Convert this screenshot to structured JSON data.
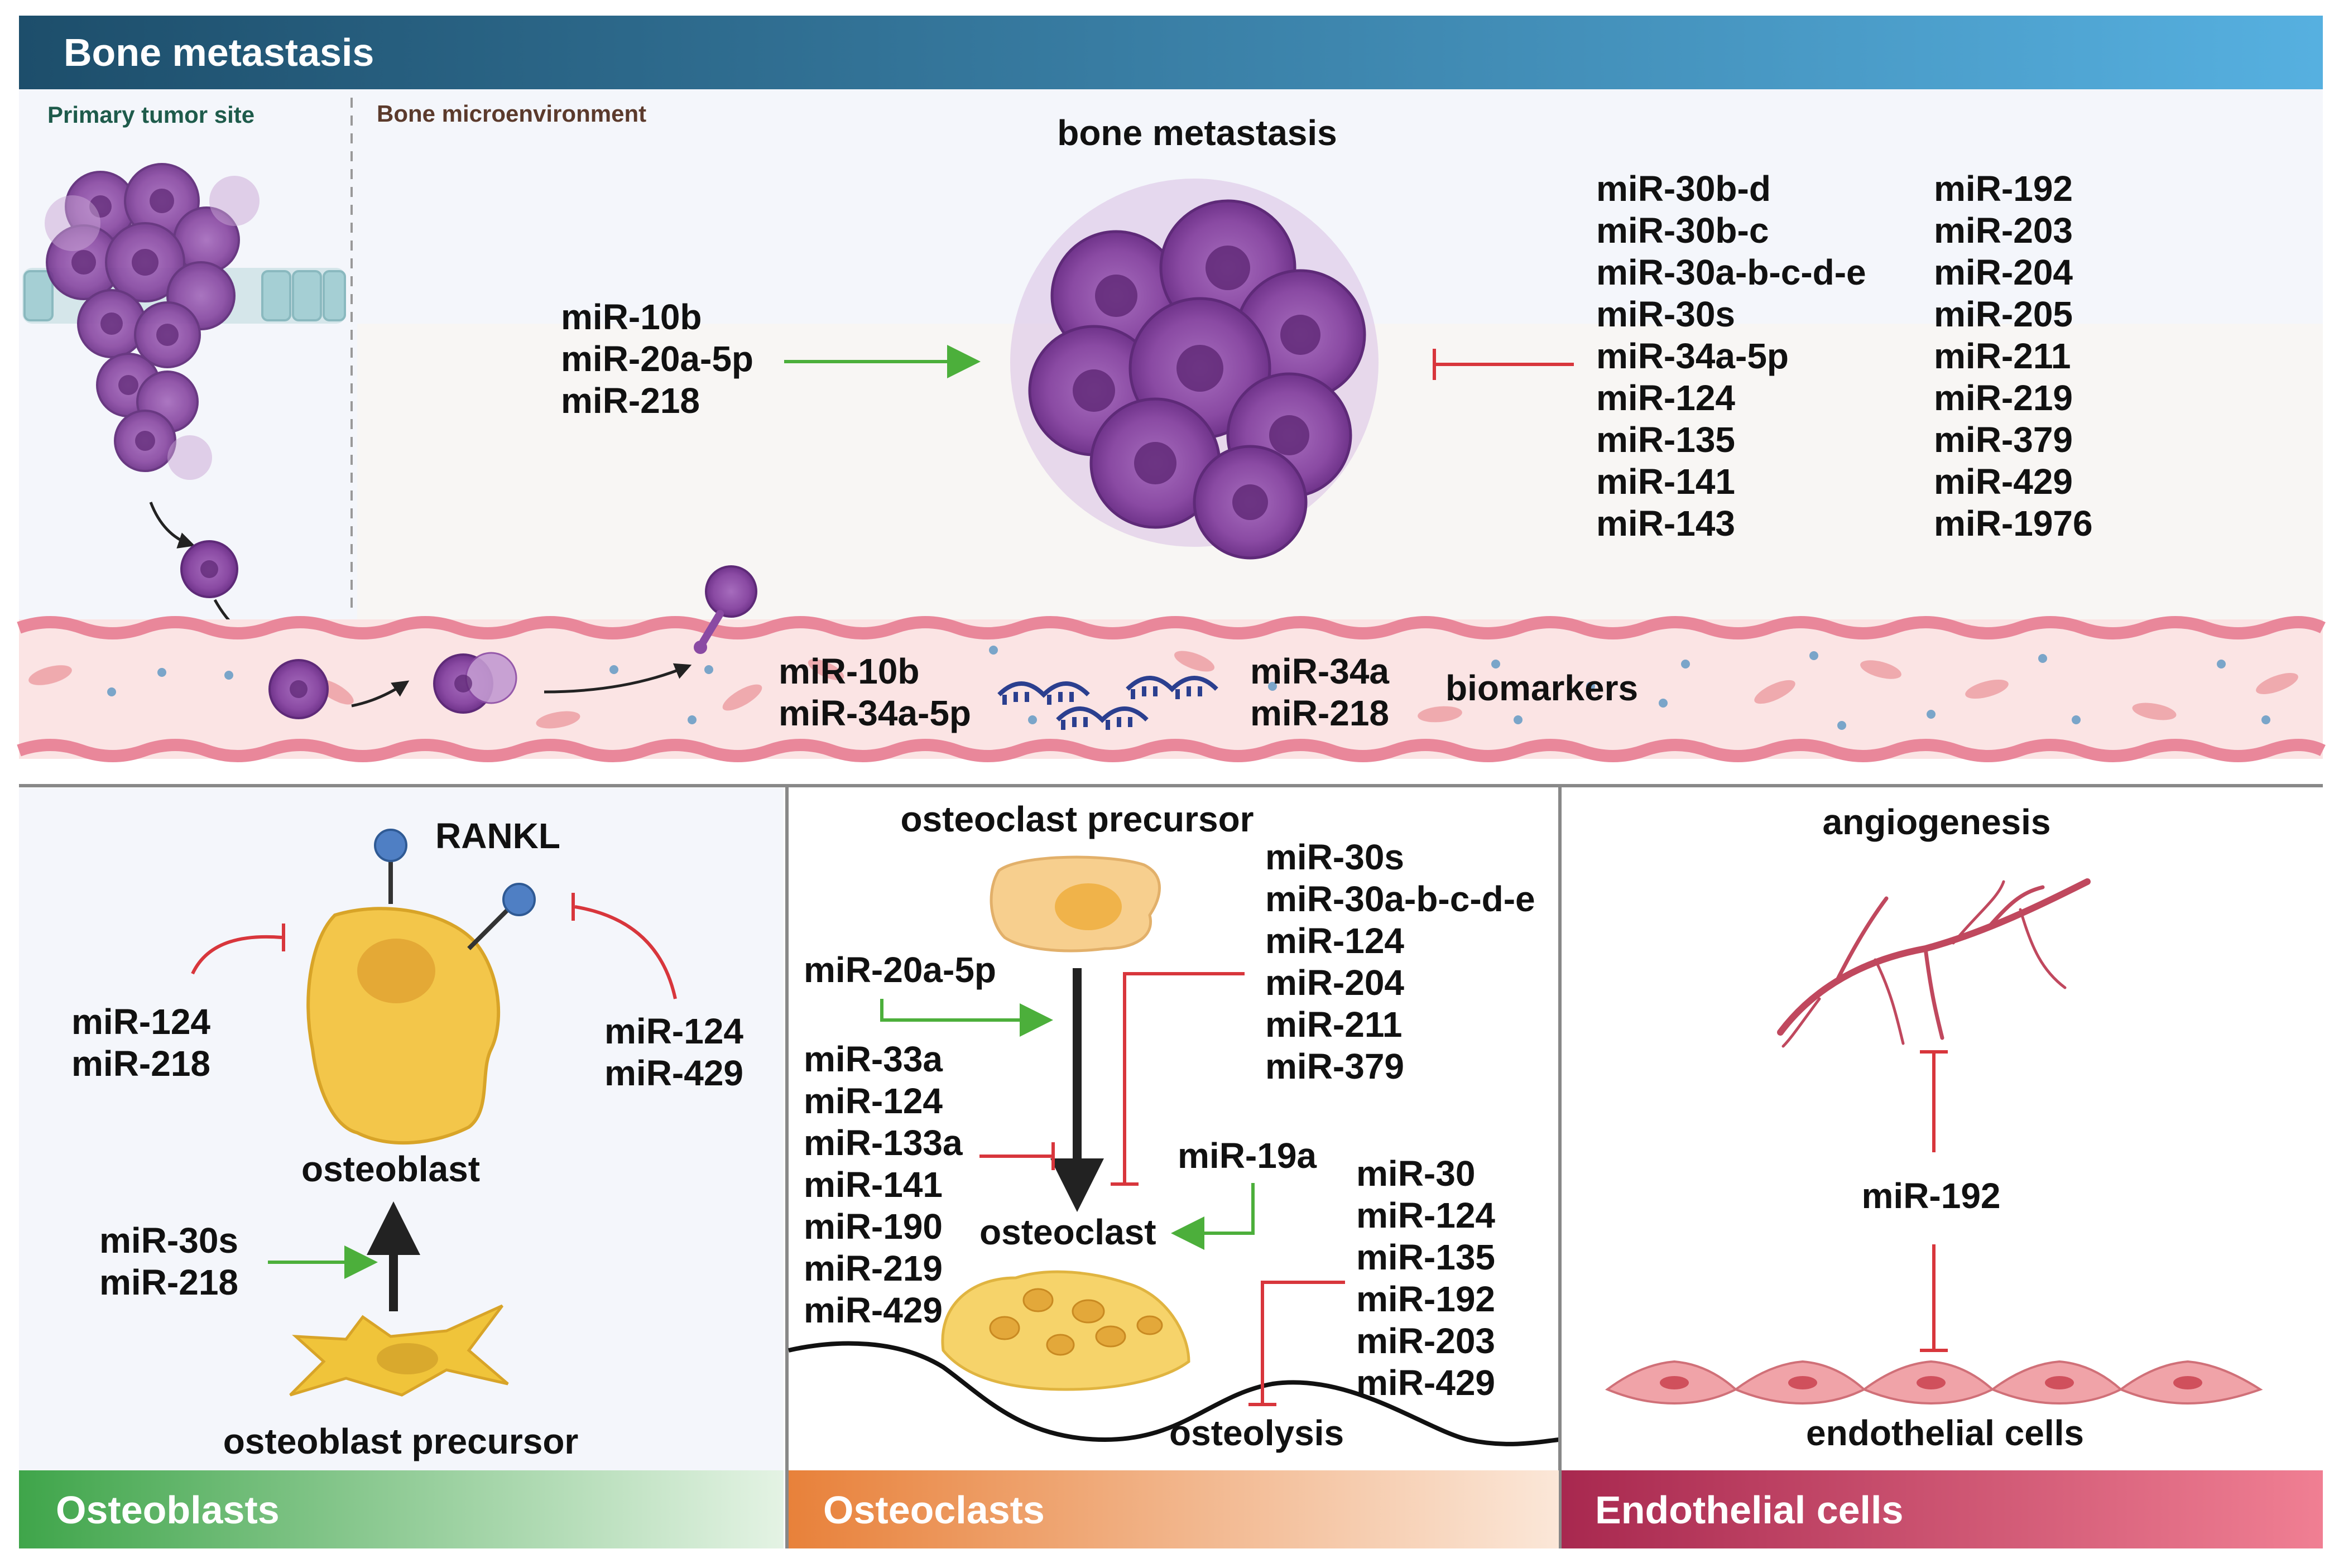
{
  "title": "Bone metastasis",
  "colors": {
    "header_start": "#1d4e6b",
    "header_end": "#56b0e0",
    "inhibit": "#d8363c",
    "promote": "#4caf3b",
    "tumor": "#7a3a8e",
    "osteoblast": "#f3c64a",
    "osteoclast": "#f3c878",
    "vessel": "#e9879a",
    "green_band": "#3fa54a",
    "orange_band": "#e8813a",
    "red_band": "#c0385a"
  },
  "top": {
    "primary_label": "Primary tumor site",
    "bone_micro_label": "Bone microenvironment",
    "metastasis_label": "bone metastasis",
    "promoters": [
      "miR-10b",
      "miR-20a-5p",
      "miR-218"
    ],
    "inhibitors_col1": [
      "miR-30b-d",
      "miR-30b-c",
      "miR-30a-b-c-d-e",
      "miR-30s",
      "miR-34a-5p",
      "miR-124",
      "miR-135",
      "miR-141",
      "miR-143"
    ],
    "inhibitors_col2": [
      "miR-192",
      "miR-203",
      "miR-204",
      "miR-205",
      "miR-211",
      "miR-219",
      "miR-379",
      "miR-429",
      "miR-1976"
    ],
    "vessel_left": [
      "miR-10b",
      "miR-34a-5p"
    ],
    "vessel_right": [
      "miR-34a",
      "miR-218"
    ],
    "biomarkers_label": "biomarkers"
  },
  "osteoblasts": {
    "band_label": "Osteoblasts",
    "rankl_label": "RANKL",
    "left_inhibitors": [
      "miR-124",
      "miR-218"
    ],
    "right_inhibitors": [
      "miR-124",
      "miR-429"
    ],
    "cell_label": "osteoblast",
    "promoters": [
      "miR-30s",
      "miR-218"
    ],
    "precursor_label": "osteoblast precursor"
  },
  "osteoclasts": {
    "band_label": "Osteoclasts",
    "precursor_label": "osteoclast precursor",
    "right_inhibitors": [
      "miR-30s",
      "miR-30a-b-c-d-e",
      "miR-124",
      "miR-204",
      "miR-211",
      "miR-379"
    ],
    "promoter_top": "miR-20a-5p",
    "left_inhibitors": [
      "miR-33a",
      "miR-124",
      "miR-133a",
      "miR-141",
      "miR-190",
      "miR-219",
      "miR-429"
    ],
    "promoter_right": "miR-19a",
    "cell_label": "osteoclast",
    "osteolysis_inhibitors": [
      "miR-30",
      "miR-124",
      "miR-135",
      "miR-192",
      "miR-203",
      "miR-429"
    ],
    "osteolysis_label": "osteolysis"
  },
  "endothelial": {
    "band_label": "Endothelial cells",
    "angiogenesis_label": "angiogenesis",
    "inhibitor": "miR-192",
    "cells_label": "endothelial cells"
  }
}
